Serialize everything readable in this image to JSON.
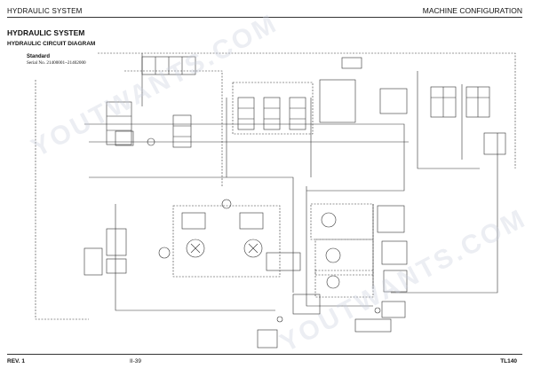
{
  "header": {
    "section": "HYDRAULIC SYSTEM",
    "chapter": "MACHINE CONFIGURATION"
  },
  "titles": {
    "main": "HYDRAULIC SYSTEM",
    "diagram": "HYDRAULIC CIRCUIT DIAGRAM",
    "variant": "Standard",
    "serial": "Serial No. 21400001~21402000"
  },
  "footer": {
    "revision": "REV. 1",
    "page": "II-39",
    "model": "TL140"
  },
  "watermark": {
    "text": "YOUTWANTS.COM"
  },
  "colors": {
    "line": "#333333",
    "watermark": "#c8cddc"
  }
}
